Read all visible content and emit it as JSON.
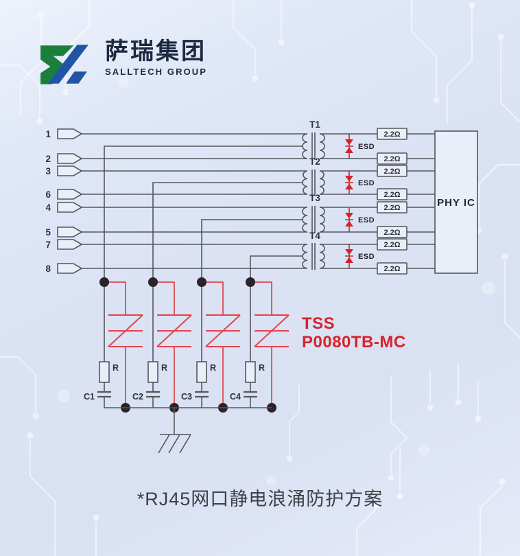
{
  "logo": {
    "company_cn": "萨瑞集团",
    "company_en": "SALLTECH GROUP"
  },
  "caption": "*RJ45网口静电浪涌防护方案",
  "schematic": {
    "pins": [
      "1",
      "2",
      "3",
      "6",
      "4",
      "5",
      "7",
      "8"
    ],
    "transformers": [
      "T1",
      "T2",
      "T3",
      "T4"
    ],
    "esd_label": "ESD",
    "series_resistor": "2.2Ω",
    "phy_label": "PHY IC",
    "shunt_resistor": "R",
    "capacitors": [
      "C1",
      "C2",
      "C3",
      "C4"
    ],
    "tss": {
      "title": "TSS",
      "part": "P0080TB-MC"
    }
  },
  "colors": {
    "accent_red": "#d6232b",
    "line_gray": "#54565b",
    "background": "#dce3f5",
    "logo_green": "#1b7f3c",
    "logo_blue": "#2155a4"
  }
}
